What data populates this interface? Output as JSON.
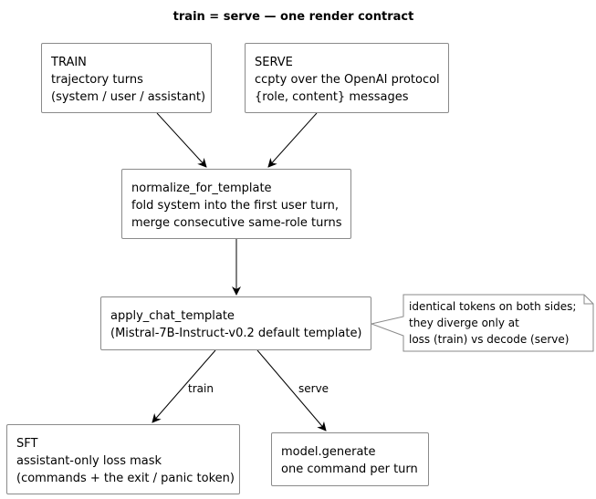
{
  "title": "train = serve — one render contract",
  "nodes": {
    "train": {
      "lines": [
        "TRAIN",
        "trajectory turns",
        "(system / user / assistant)"
      ]
    },
    "serve": {
      "lines": [
        "SERVE",
        "ccpty over the OpenAI protocol",
        "{role, content} messages"
      ]
    },
    "normalize": {
      "lines": [
        "normalize_for_template",
        "fold system into the first user turn,",
        "merge consecutive same-role turns"
      ]
    },
    "apply": {
      "lines": [
        "apply_chat_template",
        "(Mistral-7B-Instruct-v0.2 default template)"
      ]
    },
    "sft": {
      "lines": [
        "SFT",
        "assistant-only loss mask",
        "(commands + the exit / panic token)"
      ]
    },
    "generate": {
      "lines": [
        "model.generate",
        "one command per turn"
      ]
    }
  },
  "note": {
    "lines": [
      "identical tokens on both sides;",
      "they diverge only at",
      "loss (train) vs decode (serve)"
    ]
  },
  "edges": [
    {
      "from": "train",
      "to": "normalize",
      "label": ""
    },
    {
      "from": "serve",
      "to": "normalize",
      "label": ""
    },
    {
      "from": "normalize",
      "to": "apply",
      "label": ""
    },
    {
      "from": "apply",
      "to": "sft",
      "label": "train"
    },
    {
      "from": "apply",
      "to": "generate",
      "label": "serve"
    }
  ],
  "colors": {
    "box_border": "#8a8a8a",
    "arrow": "#000000",
    "note_border": "#8a8a8a"
  }
}
